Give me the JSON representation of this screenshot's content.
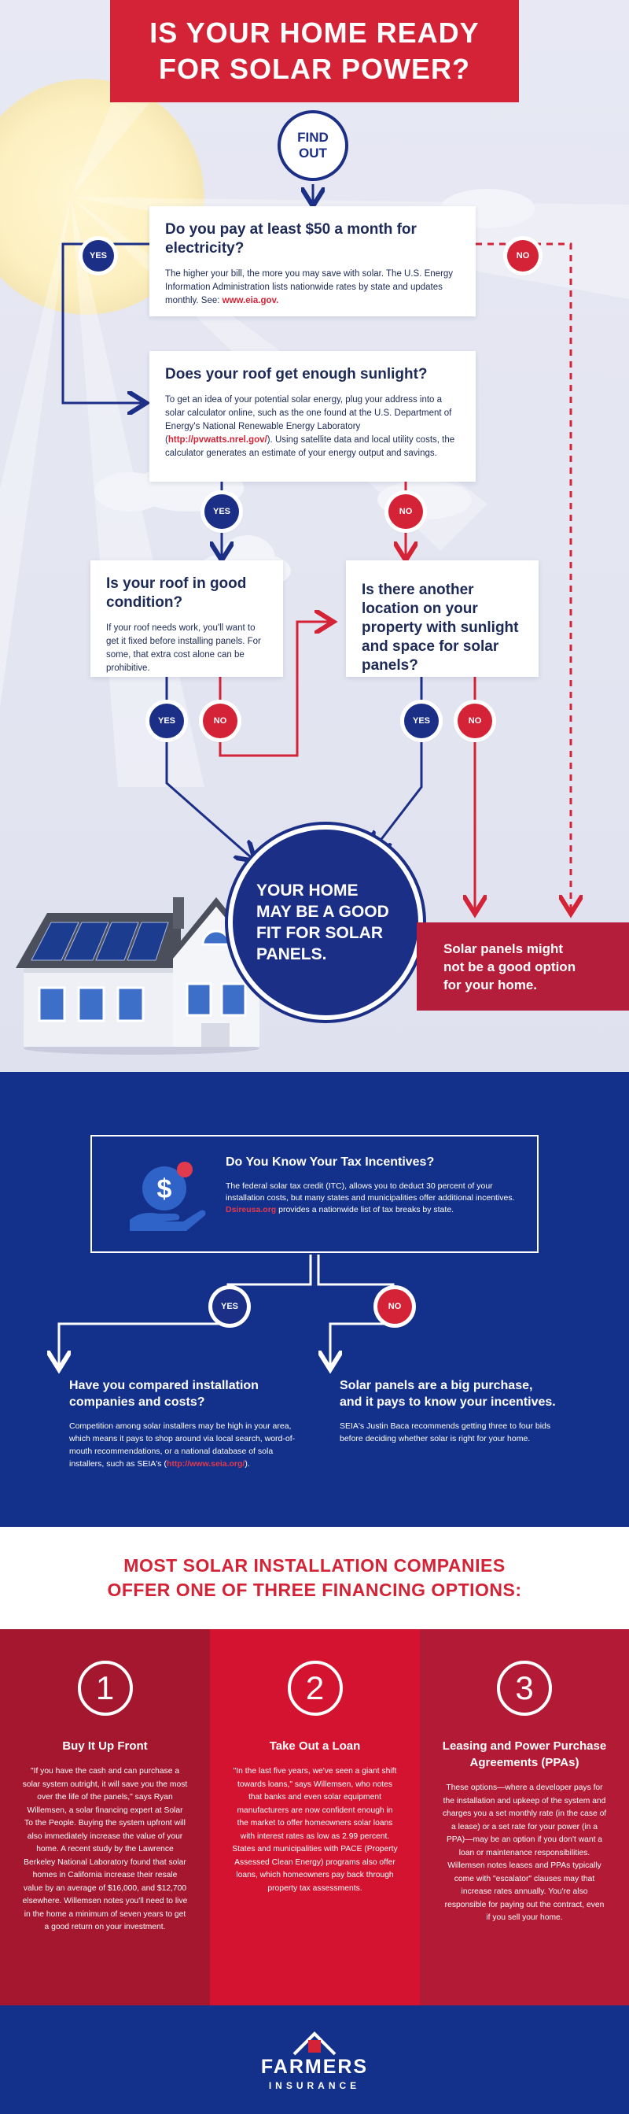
{
  "title": {
    "line1": "IS YOUR HOME READY",
    "line2": "FOR SOLAR POWER?"
  },
  "find_out": {
    "line1": "FIND",
    "line2": "OUT"
  },
  "q1": {
    "heading": "Do you pay at least $50 a month for electricity?",
    "body": "The higher your bill, the more you may save with solar. The U.S. Energy Information Administration lists nationwide rates by state and updates monthly. See: ",
    "link": "www.eia.gov."
  },
  "q2": {
    "heading": "Does your roof get enough sunlight?",
    "body_pre": "To get an idea of your potential solar energy, plug your address into a solar calculator online, such as the one found at the U.S. Department of Energy's National Renewable Energy Laboratory (",
    "link": "http://pvwatts.nrel.gov/",
    "body_post": "). Using satellite data and local utility costs, the calculator generates an estimate of your energy output and savings."
  },
  "q3": {
    "heading": "Is your roof in good condition?",
    "body": "If your roof needs work, you'll want to get it fixed before installing panels. For some, that extra cost alone can be prohibitive."
  },
  "q4": {
    "heading": "Is there another location on your property with sunlight and space for solar panels?"
  },
  "badges": {
    "yes": "YES",
    "no": "NO"
  },
  "result_yes": {
    "line1": "YOUR HOME",
    "line2": "MAY BE A GOOD",
    "line3": "FIT FOR SOLAR",
    "line4": "PANELS."
  },
  "result_no": {
    "line1": "Solar panels might",
    "line2": "not be a good option",
    "line3": "for your home."
  },
  "tax": {
    "heading": "Do You Know Your Tax Incentives?",
    "body": "The federal solar tax credit (ITC), allows you to deduct 30 percent of your installation costs, but many states and municipalities offer additional incentives. ",
    "link": "Dsireusa.org",
    "body_post": " provides a nationwide list of tax breaks by state."
  },
  "compare": {
    "heading_line1": "Have you compared installation",
    "heading_line2": "companies and costs?",
    "body": "Competition among solar installers may be high in your area, which means it pays to shop around via local search, word-of-mouth recommendations, or a national database of sola installers, such as SEIA's (",
    "link": "http://www.seia.org/",
    "body_post": ")."
  },
  "big_purchase": {
    "heading_line1": "Solar panels are a big purchase,",
    "heading_line2": "and it pays to know your incentives.",
    "body": "SEIA's Justin Baca recommends getting three to four bids before deciding whether solar is right for your home."
  },
  "financing_heading": {
    "line1": "MOST SOLAR INSTALLATION COMPANIES",
    "line2": "OFFER ONE OF THREE FINANCING OPTIONS:"
  },
  "options": [
    {
      "num": "1",
      "title": "Buy It Up Front",
      "body": "\"If you have the cash and can purchase a solar system outright, it will save you the most over the life of the panels,\" says Ryan Willemsen, a solar financing expert at Solar To the People. Buying the system upfront will also immediately increase the value of your home. A recent study by the Lawrence Berkeley National Laboratory found that solar homes in California increase their resale value by an average of $16,000, and $12,700 elsewhere. Willemsen notes you'll need to live in the home a minimum of seven years to get a good return on your investment."
    },
    {
      "num": "2",
      "title": "Take Out a Loan",
      "body": "\"In the last five years, we've seen a giant shift towards loans,\" says Willemsen, who notes that banks and even solar equipment manufacturers are now confident enough in the market to offer homeowners solar loans with interest rates as low as 2.99 percent. States and municipalities with PACE (Property Assessed Clean Energy) programs also offer loans, which homeowners pay back through property tax assessments."
    },
    {
      "num": "3",
      "title": "Leasing and Power Purchase Agreements (PPAs)",
      "body": "These options—where a developer pays for the installation and upkeep of the system and charges you a set monthly rate (in the case of a lease) or a set rate for your power (in a PPA)—may be an option if you don't want a loan or maintenance responsibilities. Willemsen notes leases and PPAs typically come with \"escalator\" clauses may that increase rates annually. You're also responsible for paying out the contract, even if you sell your home."
    }
  ],
  "footer": {
    "brand": "FARMERS",
    "sub": "INSURANCE"
  },
  "colors": {
    "red": "#d42336",
    "navy": "#1c2f86",
    "deep_navy": "#13308a",
    "col1": "#a5162f",
    "col2": "#d3132f",
    "col3": "#b31a35"
  }
}
